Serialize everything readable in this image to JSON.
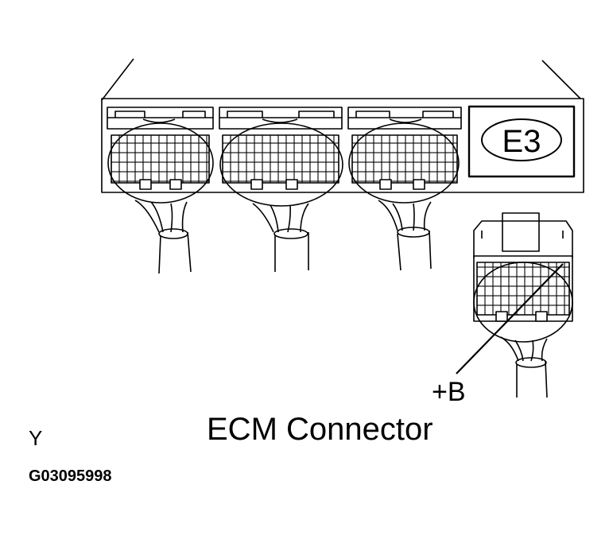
{
  "title": "ECM Connector",
  "connector_tag": "E3",
  "pin_label": "+B",
  "marker_letter": "Y",
  "figure_code": "G03095998",
  "colors": {
    "ink": "#000000",
    "background": "#ffffff"
  },
  "connectors": [
    {
      "name": "ecm-header-1"
    },
    {
      "name": "ecm-header-2"
    },
    {
      "name": "ecm-header-3"
    }
  ]
}
